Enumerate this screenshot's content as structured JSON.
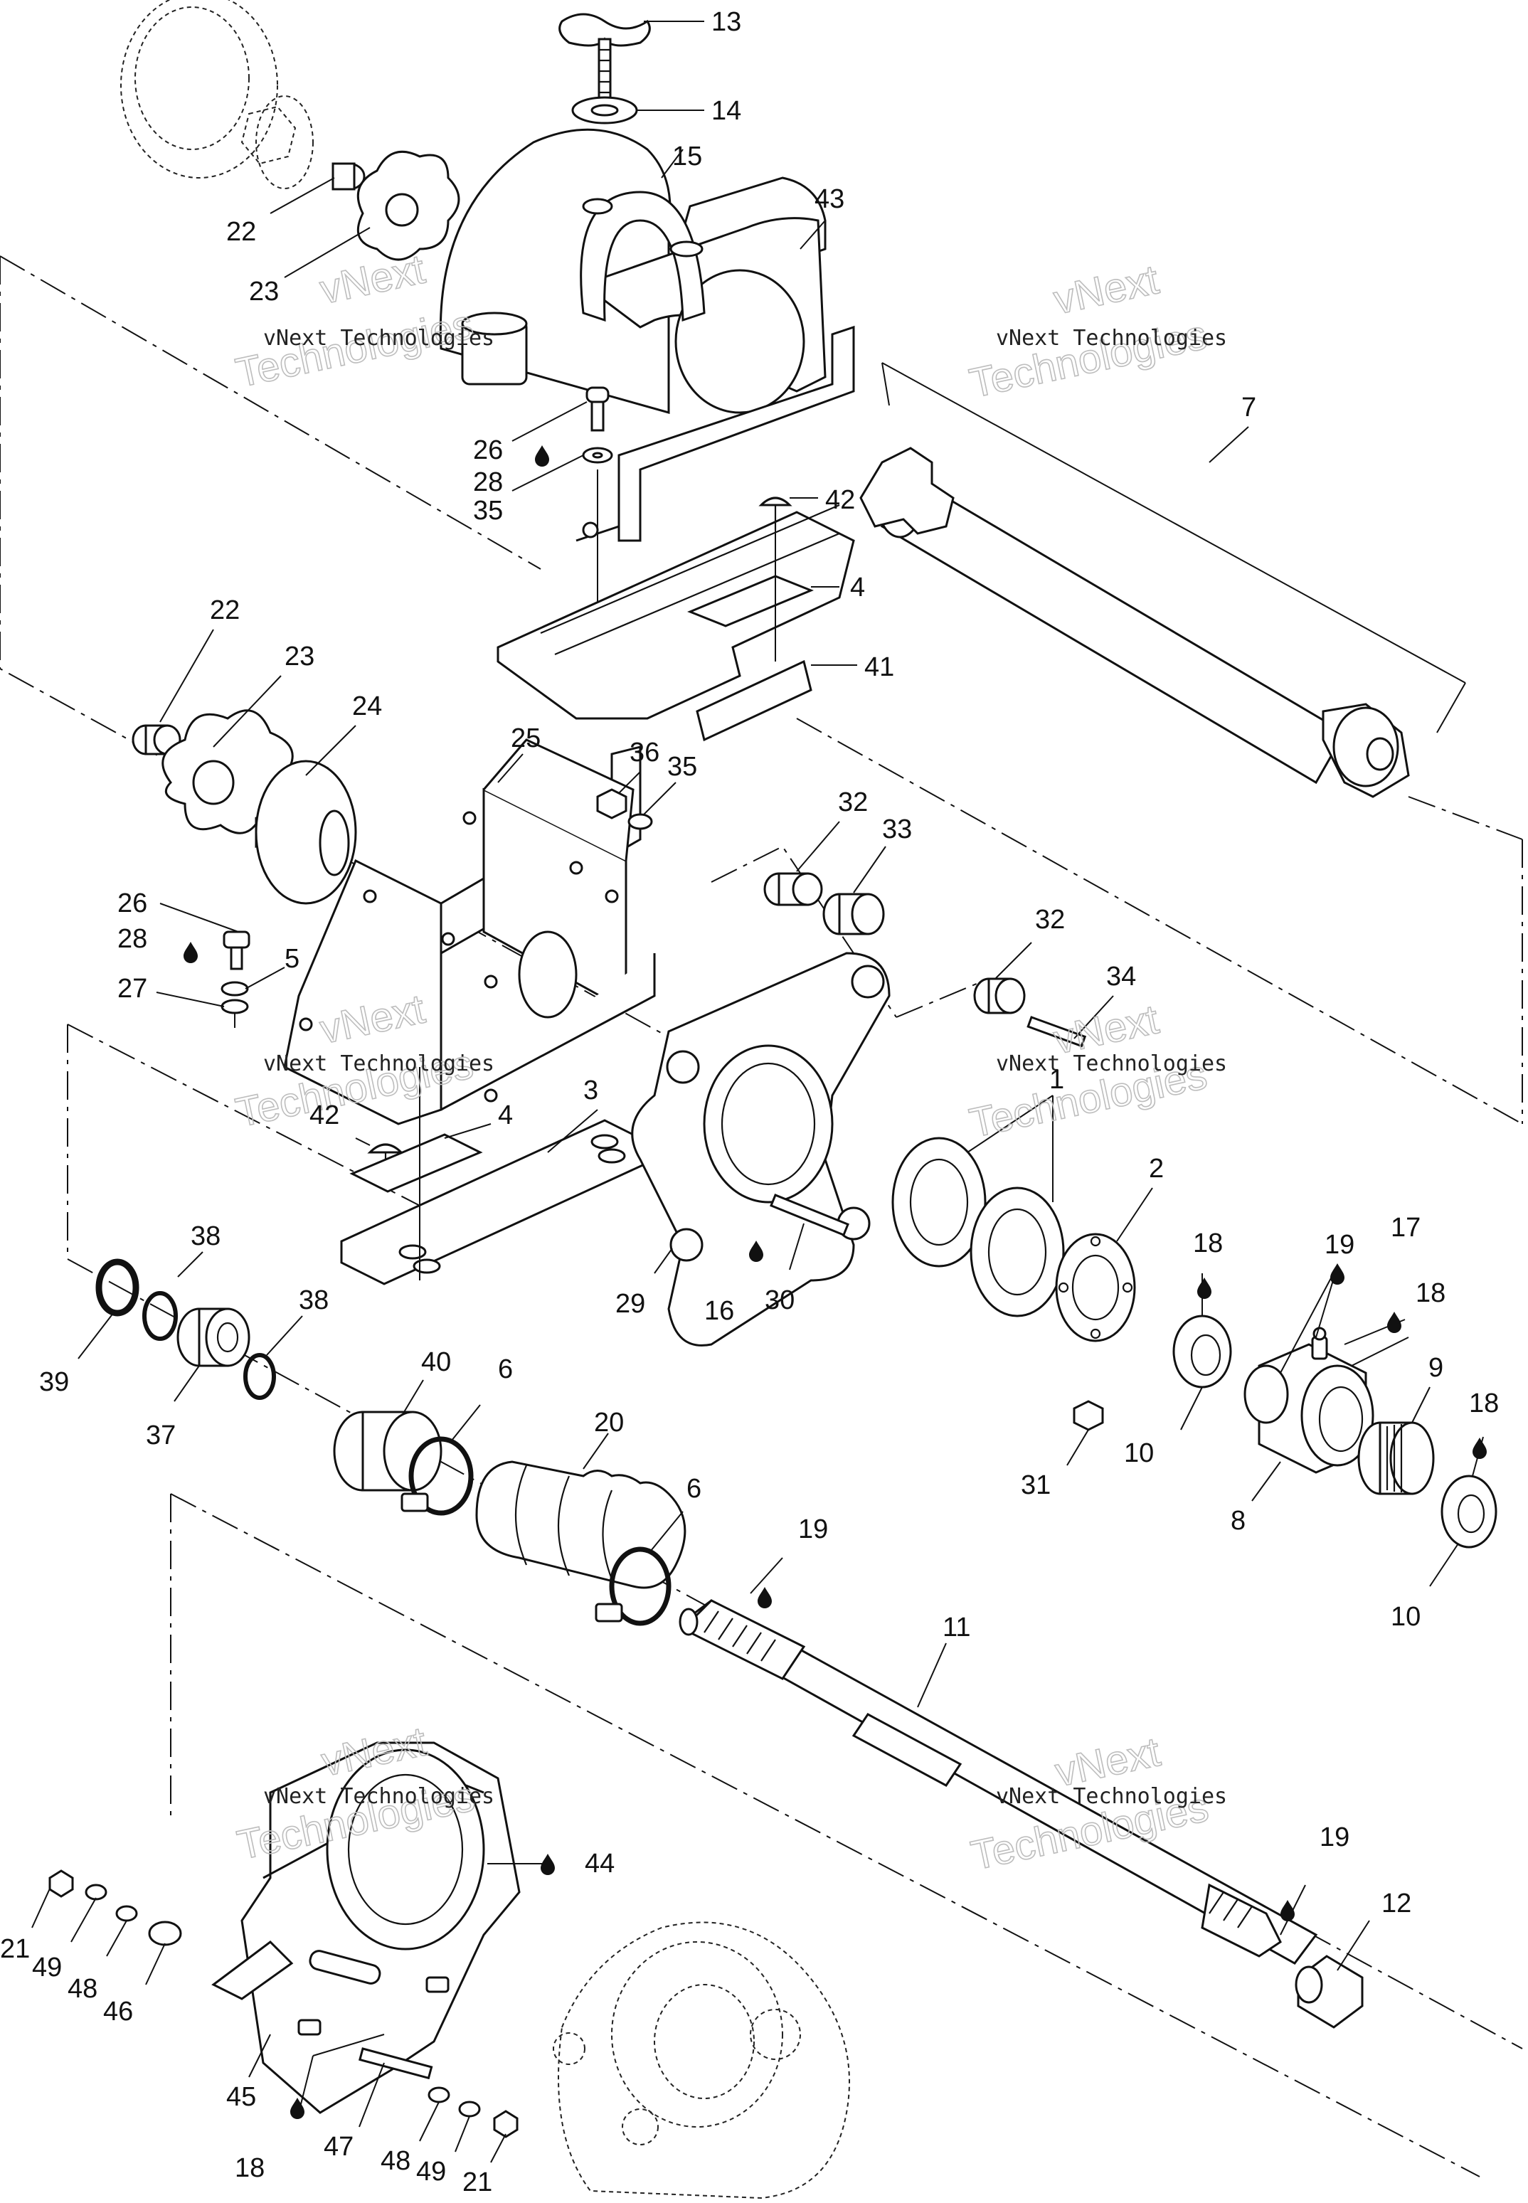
{
  "watermark": {
    "company": "vNext Technologies",
    "word_vnext": "vNext",
    "word_tech": "Technologies"
  },
  "callouts": [
    {
      "id": "c13",
      "text": "13"
    },
    {
      "id": "c14",
      "text": "14"
    },
    {
      "id": "c15",
      "text": "15"
    },
    {
      "id": "c43",
      "text": "43"
    },
    {
      "id": "c22a",
      "text": "22"
    },
    {
      "id": "c23a",
      "text": "23"
    },
    {
      "id": "c7",
      "text": "7"
    },
    {
      "id": "c26a",
      "text": "26"
    },
    {
      "id": "c28a",
      "text": "28"
    },
    {
      "id": "c35a",
      "text": "35"
    },
    {
      "id": "c42a",
      "text": "42"
    },
    {
      "id": "c4a",
      "text": "4"
    },
    {
      "id": "c41",
      "text": "41"
    },
    {
      "id": "c22b",
      "text": "22"
    },
    {
      "id": "c23b",
      "text": "23"
    },
    {
      "id": "c24",
      "text": "24"
    },
    {
      "id": "c25",
      "text": "25"
    },
    {
      "id": "c36",
      "text": "36"
    },
    {
      "id": "c35b",
      "text": "35"
    },
    {
      "id": "c32a",
      "text": "32"
    },
    {
      "id": "c33",
      "text": "33"
    },
    {
      "id": "c26b",
      "text": "26"
    },
    {
      "id": "c28b",
      "text": "28"
    },
    {
      "id": "c5",
      "text": "5"
    },
    {
      "id": "c27",
      "text": "27"
    },
    {
      "id": "c32b",
      "text": "32"
    },
    {
      "id": "c34",
      "text": "34"
    },
    {
      "id": "c3",
      "text": "3"
    },
    {
      "id": "c42b",
      "text": "42"
    },
    {
      "id": "c4b",
      "text": "4"
    },
    {
      "id": "c1",
      "text": "1"
    },
    {
      "id": "c2",
      "text": "2"
    },
    {
      "id": "c38a",
      "text": "38"
    },
    {
      "id": "c18a",
      "text": "18"
    },
    {
      "id": "c19a",
      "text": "19"
    },
    {
      "id": "c17",
      "text": "17"
    },
    {
      "id": "c18b",
      "text": "18"
    },
    {
      "id": "c38b",
      "text": "38"
    },
    {
      "id": "c29",
      "text": "29"
    },
    {
      "id": "c16",
      "text": "16"
    },
    {
      "id": "c30",
      "text": "30"
    },
    {
      "id": "c39",
      "text": "39"
    },
    {
      "id": "c37",
      "text": "37"
    },
    {
      "id": "c40",
      "text": "40"
    },
    {
      "id": "c6a",
      "text": "6"
    },
    {
      "id": "c9",
      "text": "9"
    },
    {
      "id": "c10a",
      "text": "10"
    },
    {
      "id": "c31",
      "text": "31"
    },
    {
      "id": "c18c",
      "text": "18"
    },
    {
      "id": "c20",
      "text": "20"
    },
    {
      "id": "c8",
      "text": "8"
    },
    {
      "id": "c6b",
      "text": "6"
    },
    {
      "id": "c19b",
      "text": "19"
    },
    {
      "id": "c10b",
      "text": "10"
    },
    {
      "id": "c11",
      "text": "11"
    },
    {
      "id": "c44",
      "text": "44"
    },
    {
      "id": "c19c",
      "text": "19"
    },
    {
      "id": "c12",
      "text": "12"
    },
    {
      "id": "c21a",
      "text": "21"
    },
    {
      "id": "c49a",
      "text": "49"
    },
    {
      "id": "c48a",
      "text": "48"
    },
    {
      "id": "c46",
      "text": "46"
    },
    {
      "id": "c45",
      "text": "45"
    },
    {
      "id": "c18d",
      "text": "18"
    },
    {
      "id": "c47",
      "text": "47"
    },
    {
      "id": "c48b",
      "text": "48"
    },
    {
      "id": "c49b",
      "text": "49"
    },
    {
      "id": "c21b",
      "text": "21"
    }
  ],
  "icons": {
    "lubricant_drop": "oil-drop-icon"
  }
}
